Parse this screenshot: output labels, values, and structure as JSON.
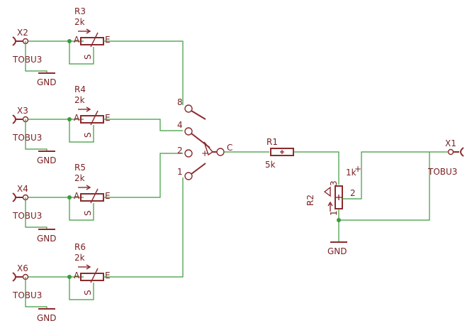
{
  "connectors": [
    {
      "name": "X2",
      "type": "TOBU3"
    },
    {
      "name": "X3",
      "type": "TOBU3"
    },
    {
      "name": "X4",
      "type": "TOBU3"
    },
    {
      "name": "X6",
      "type": "TOBU3"
    },
    {
      "name": "X1",
      "type": "TOBU3"
    }
  ],
  "trimmers": [
    {
      "name": "R3",
      "value": "2k"
    },
    {
      "name": "R4",
      "value": "2k"
    },
    {
      "name": "R5",
      "value": "2k"
    },
    {
      "name": "R6",
      "value": "2k"
    }
  ],
  "pin_labels": {
    "a": "A",
    "e": "E",
    "s": "S"
  },
  "gnd_label": "GND",
  "switch_pins": {
    "p8": "8",
    "p4": "4",
    "p2": "2",
    "p1": "1",
    "c": "C"
  },
  "r1": {
    "name": "R1",
    "value": "5k"
  },
  "r2": {
    "name": "R2",
    "value": "1k",
    "pin1": "1",
    "pin2": "2",
    "pin3": "3"
  },
  "plus_sign": "+"
}
